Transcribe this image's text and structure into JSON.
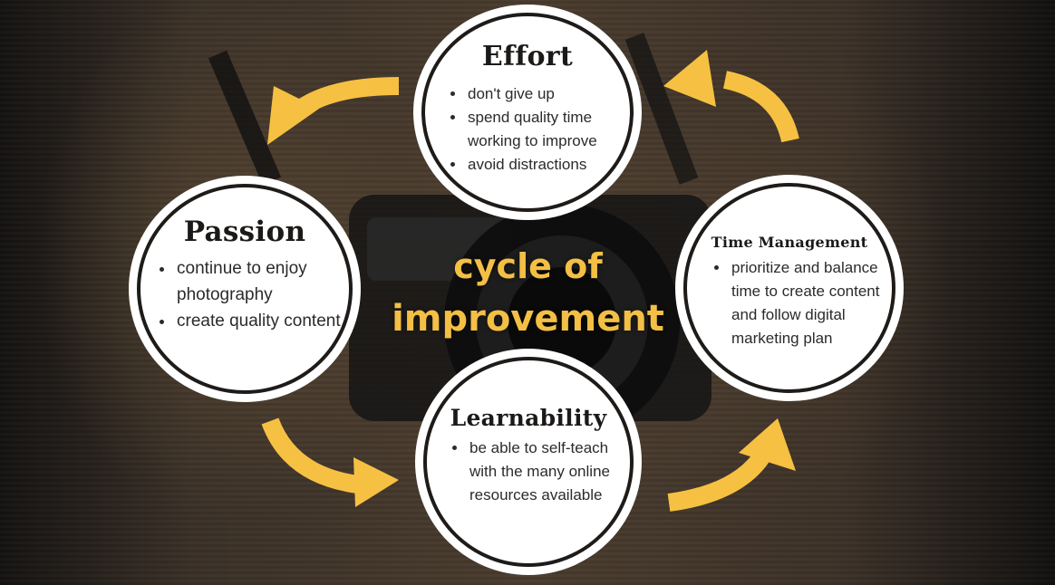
{
  "center": {
    "line1": "cycle of",
    "line2": "improvement"
  },
  "colors": {
    "accent": "#f3bf45",
    "circle_fill": "#ffffff",
    "ring": "#1e1b19",
    "text": "#2b2b2b"
  },
  "nodes": {
    "effort": {
      "title": "Effort",
      "bullets": [
        "don't give up",
        "spend quality time working to improve",
        "avoid distractions"
      ]
    },
    "passion": {
      "title": "Passion",
      "bullets": [
        "continue to enjoy photography",
        "create quality content"
      ]
    },
    "time_management": {
      "title": "Time Management",
      "bullets": [
        "prioritize and balance time to create content and follow digital marketing plan"
      ]
    },
    "learnability": {
      "title": "Learnability",
      "bullets": [
        "be able to self-teach with the many online resources available"
      ]
    }
  },
  "arrows": [
    "effort-to-passion",
    "passion-to-learnability",
    "learnability-to-time-management",
    "time-management-to-effort"
  ]
}
